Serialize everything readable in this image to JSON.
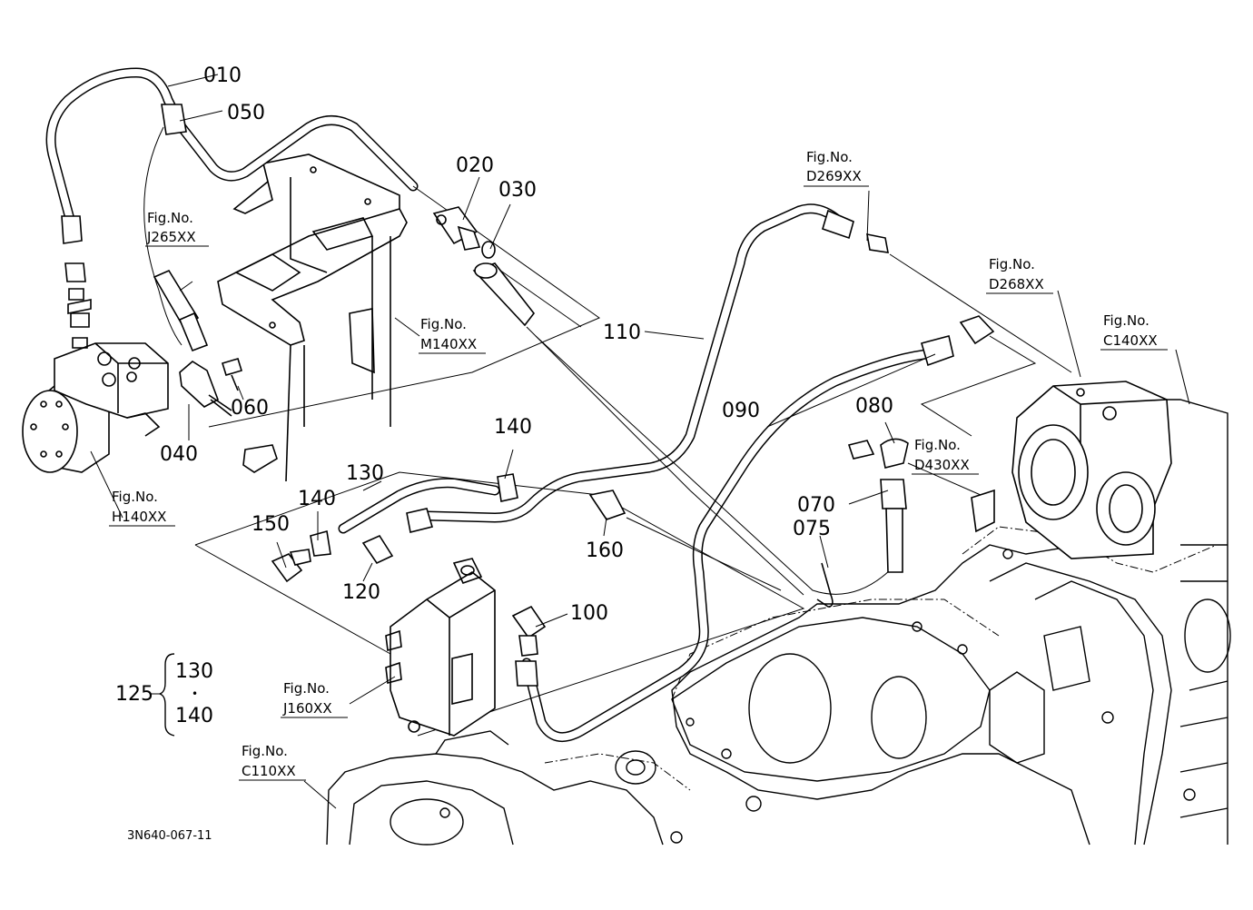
{
  "parts": {
    "p010": "010",
    "p050": "050",
    "p020": "020",
    "p030": "030",
    "p060": "060",
    "p040": "040",
    "p110": "110",
    "p090": "090",
    "p080": "080",
    "p070": "070",
    "p075": "075",
    "p140a": "140",
    "p130": "130",
    "p140b": "140",
    "p150": "150",
    "p120": "120",
    "p160": "160",
    "p100": "100"
  },
  "figures": {
    "j265": {
      "label": "Fig.No.",
      "code": "J265XX"
    },
    "m140": {
      "label": "Fig.No.",
      "code": "M140XX"
    },
    "h140": {
      "label": "Fig.No.",
      "code": "H140XX"
    },
    "d269": {
      "label": "Fig.No.",
      "code": "D269XX"
    },
    "d268": {
      "label": "Fig.No.",
      "code": "D268XX"
    },
    "c140": {
      "label": "Fig.No.",
      "code": "C140XX"
    },
    "d430": {
      "label": "Fig.No.",
      "code": "D430XX"
    },
    "j160": {
      "label": "Fig.No.",
      "code": "J160XX"
    },
    "c110": {
      "label": "Fig.No.",
      "code": "C110XX"
    }
  },
  "kit": {
    "number": "125",
    "item1": "130",
    "separator": "•",
    "item2": "140"
  },
  "document_number": "3N640-067-11"
}
